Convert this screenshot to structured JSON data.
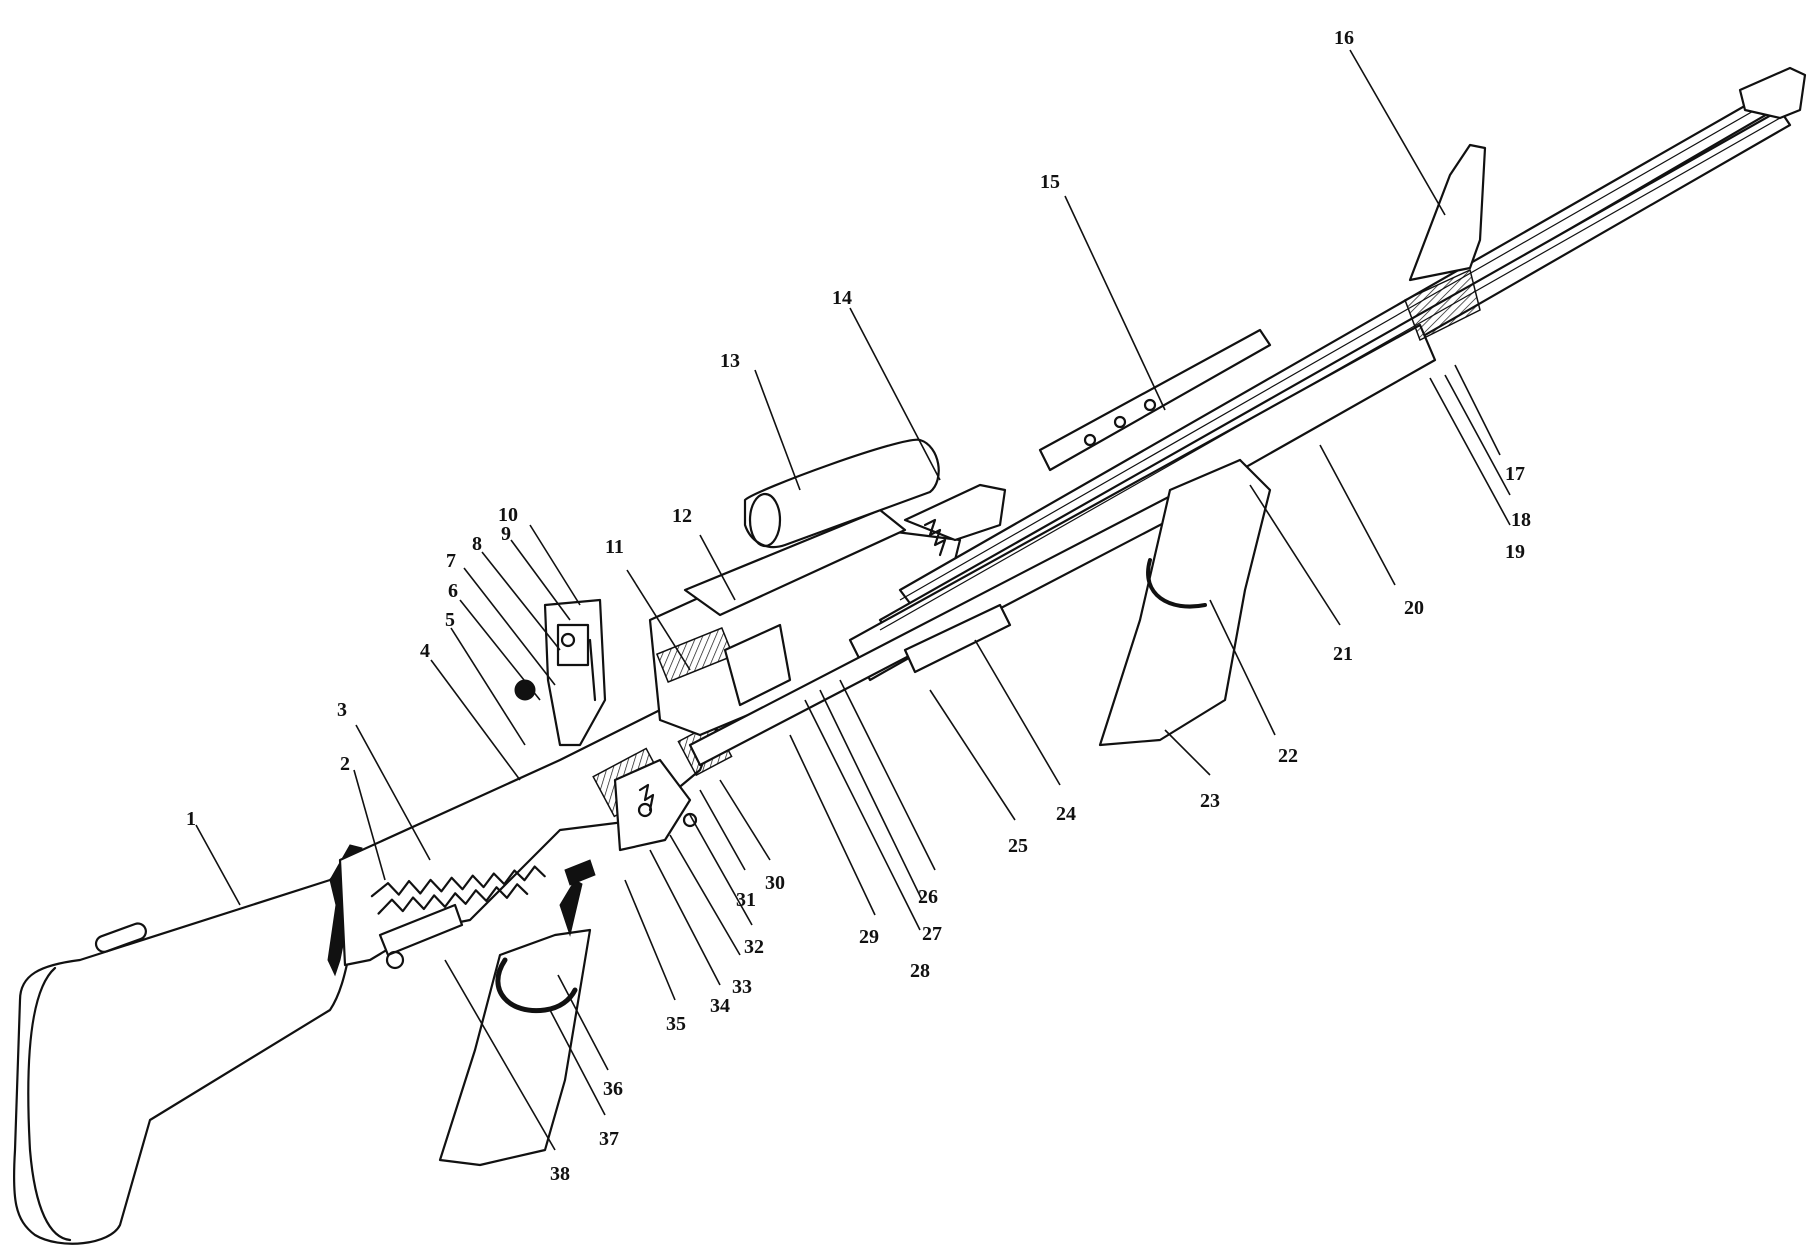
{
  "figure": {
    "callouts": [
      {
        "id": "callout-1",
        "label": "1"
      },
      {
        "id": "callout-2",
        "label": "2"
      },
      {
        "id": "callout-3",
        "label": "3"
      },
      {
        "id": "callout-4",
        "label": "4"
      },
      {
        "id": "callout-5",
        "label": "5"
      },
      {
        "id": "callout-6",
        "label": "6"
      },
      {
        "id": "callout-7",
        "label": "7"
      },
      {
        "id": "callout-8",
        "label": "8"
      },
      {
        "id": "callout-9",
        "label": "9"
      },
      {
        "id": "callout-10",
        "label": "10"
      },
      {
        "id": "callout-11",
        "label": "11"
      },
      {
        "id": "callout-12",
        "label": "12"
      },
      {
        "id": "callout-13",
        "label": "13"
      },
      {
        "id": "callout-14",
        "label": "14"
      },
      {
        "id": "callout-15",
        "label": "15"
      },
      {
        "id": "callout-16",
        "label": "16"
      },
      {
        "id": "callout-17",
        "label": "17"
      },
      {
        "id": "callout-18",
        "label": "18"
      },
      {
        "id": "callout-19",
        "label": "19"
      },
      {
        "id": "callout-20",
        "label": "20"
      },
      {
        "id": "callout-21",
        "label": "21"
      },
      {
        "id": "callout-22",
        "label": "22"
      },
      {
        "id": "callout-23",
        "label": "23"
      },
      {
        "id": "callout-24",
        "label": "24"
      },
      {
        "id": "callout-25",
        "label": "25"
      },
      {
        "id": "callout-26",
        "label": "26"
      },
      {
        "id": "callout-27",
        "label": "27"
      },
      {
        "id": "callout-28",
        "label": "28"
      },
      {
        "id": "callout-29",
        "label": "29"
      },
      {
        "id": "callout-30",
        "label": "30"
      },
      {
        "id": "callout-31",
        "label": "31"
      },
      {
        "id": "callout-32",
        "label": "32"
      },
      {
        "id": "callout-33",
        "label": "33"
      },
      {
        "id": "callout-34",
        "label": "34"
      },
      {
        "id": "callout-35",
        "label": "35"
      },
      {
        "id": "callout-36",
        "label": "36"
      },
      {
        "id": "callout-37",
        "label": "37"
      },
      {
        "id": "callout-38",
        "label": "38"
      }
    ]
  }
}
